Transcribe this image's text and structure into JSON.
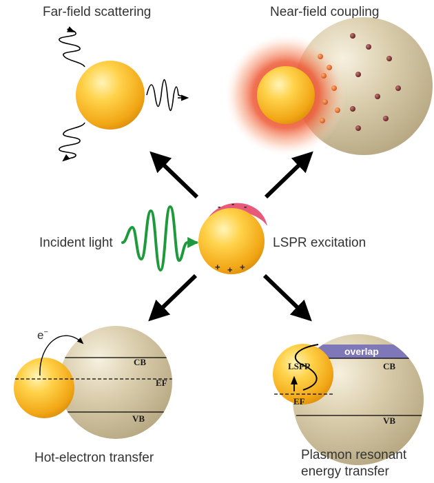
{
  "labels": {
    "far_field": "Far-field scattering",
    "near_field": "Near-field coupling",
    "incident": "Incident light",
    "lspr_excitation": "LSPR excitation",
    "hot_electron": "Hot-electron transfer",
    "prt_line1": "Plasmon resonant",
    "prt_line2": "energy transfer"
  },
  "band_labels": {
    "cb": "CB",
    "ef": "EF",
    "vb": "VB",
    "electron": "e",
    "electron_sup": "−",
    "lspr": "LSPR",
    "overlap": "overlap"
  },
  "charges": {
    "negative": "-",
    "positive": "+"
  },
  "colors": {
    "gold": "#f5b21f",
    "gold_light": "#ffe28a",
    "semiconductor": "#c9b892",
    "incident_wave": "#1e9a3c",
    "overlap_band": "#7f78b8",
    "near_field_glow": "#e8321e",
    "arrow": "#000000"
  }
}
